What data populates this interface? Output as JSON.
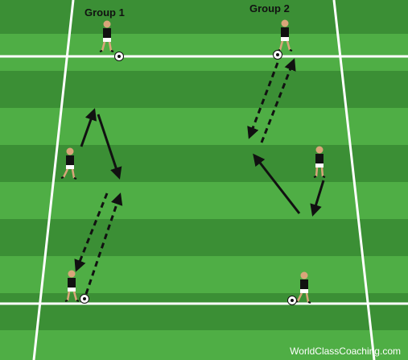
{
  "labels": {
    "group1": "Group 1",
    "group2": "Group 2"
  },
  "watermark": "WorldClassCoaching.com",
  "colors": {
    "grass_light": "#4fae45",
    "grass_dark": "#3b8f35",
    "lines": "#ffffff",
    "arrow": "#111111",
    "shirt": "#111111",
    "shorts": "#ffffff",
    "skin": "#d9a57a"
  },
  "players": [
    {
      "id": "g1-top",
      "group": "Group 1",
      "has_ball": true
    },
    {
      "id": "g1-mid",
      "group": "Group 1",
      "has_ball": false
    },
    {
      "id": "g1-bottom",
      "group": "Group 1",
      "has_ball": true
    },
    {
      "id": "g2-top",
      "group": "Group 2",
      "has_ball": true
    },
    {
      "id": "g2-mid",
      "group": "Group 2",
      "has_ball": false
    },
    {
      "id": "g2-bottom",
      "group": "Group 2",
      "has_ball": true
    }
  ],
  "arrows": {
    "run": "solid",
    "pass": "dashed"
  }
}
